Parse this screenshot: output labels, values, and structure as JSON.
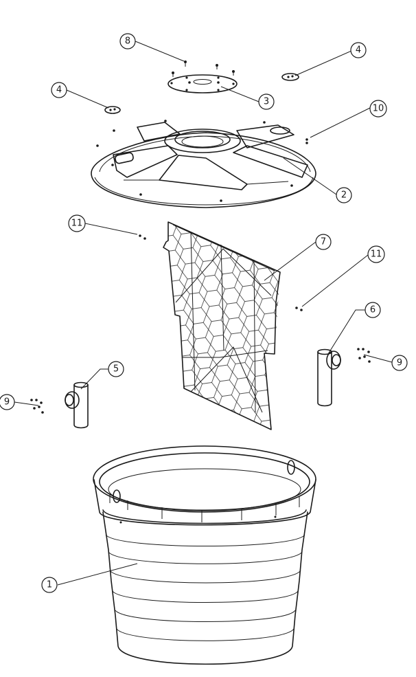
{
  "callouts": [
    {
      "id": "1",
      "label": "1"
    },
    {
      "id": "2",
      "label": "2"
    },
    {
      "id": "3",
      "label": "3"
    },
    {
      "id": "4a",
      "label": "4"
    },
    {
      "id": "4b",
      "label": "4"
    },
    {
      "id": "5",
      "label": "5"
    },
    {
      "id": "6",
      "label": "6"
    },
    {
      "id": "7",
      "label": "7"
    },
    {
      "id": "8",
      "label": "8"
    },
    {
      "id": "9a",
      "label": "9"
    },
    {
      "id": "9b",
      "label": "9"
    },
    {
      "id": "10",
      "label": "10"
    },
    {
      "id": "11a",
      "label": "11"
    },
    {
      "id": "11b",
      "label": "11"
    }
  ],
  "colors": {
    "line": "#1a1a1a",
    "background": "#ffffff"
  }
}
